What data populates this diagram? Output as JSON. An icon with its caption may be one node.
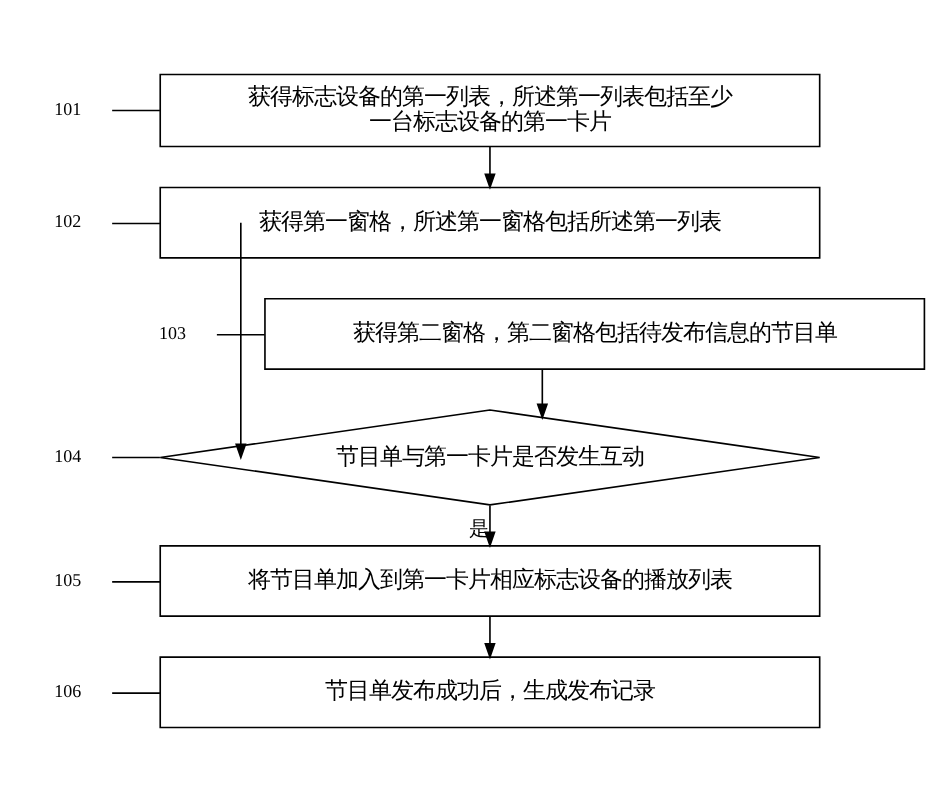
{
  "diagram": {
    "nodes": [
      {
        "text": [
          "获得标志设备的第一列表，所述第一列表包括至少一台标志设备的第一卡片"
        ]
      },
      {
        "text": [
          "获得第一窗格，所述第一窗格包括所述第一列表"
        ]
      },
      {
        "text": [
          "获得第二窗格，第二窗格包括待发布信息的节目单"
        ]
      },
      {
        "text": [
          "节目单与第一卡片是否发生互动"
        ]
      },
      {
        "text": [
          "将节目单加入到第一卡片相应标志设备的播放列表"
        ]
      },
      {
        "text": [
          "节目单发布成功后，生成发布记录"
        ]
      },
      {
        "text": [
          "101"
        ]
      },
      {
        "text": [
          "102"
        ]
      },
      {
        "text": [
          "103"
        ]
      },
      {
        "text": [
          "104"
        ]
      },
      {
        "text": [
          "105"
        ]
      },
      {
        "text": [
          "106"
        ]
      }
    ],
    "edges": [
      {
        "from": 0,
        "to": 1,
        "arrow": "to"
      },
      {
        "from": 1,
        "to": 3,
        "arrow": "to"
      },
      {
        "from": 2,
        "to": 3,
        "arrow": "to"
      },
      {
        "from": 3,
        "to": 4,
        "arrow": "to",
        "label": "是"
      },
      {
        "from": 4,
        "to": 5,
        "arrow": "to"
      },
      {
        "from": 6,
        "to": 0,
        "arrow": "none"
      },
      {
        "from": 7,
        "to": 1,
        "arrow": "none"
      },
      {
        "from": 8,
        "to": 2,
        "arrow": "none"
      },
      {
        "from": 9,
        "to": 3,
        "arrow": "none"
      },
      {
        "from": 10,
        "to": 4,
        "arrow": "none"
      },
      {
        "from": 11,
        "to": 5,
        "arrow": "none"
      }
    ]
  }
}
